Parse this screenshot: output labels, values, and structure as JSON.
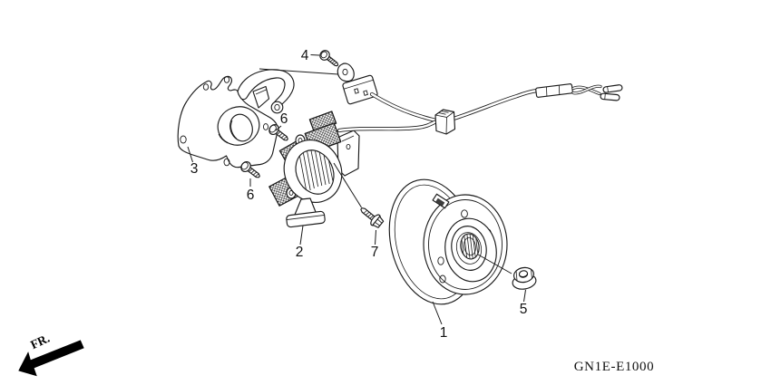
{
  "figure": {
    "code": "GN1E-E1000",
    "front_label": "FR.",
    "callouts": {
      "c1": "1",
      "c2": "2",
      "c3": "3",
      "c4": "4",
      "c5": "5",
      "c6a": "6",
      "c6b": "6",
      "c7": "7"
    }
  }
}
